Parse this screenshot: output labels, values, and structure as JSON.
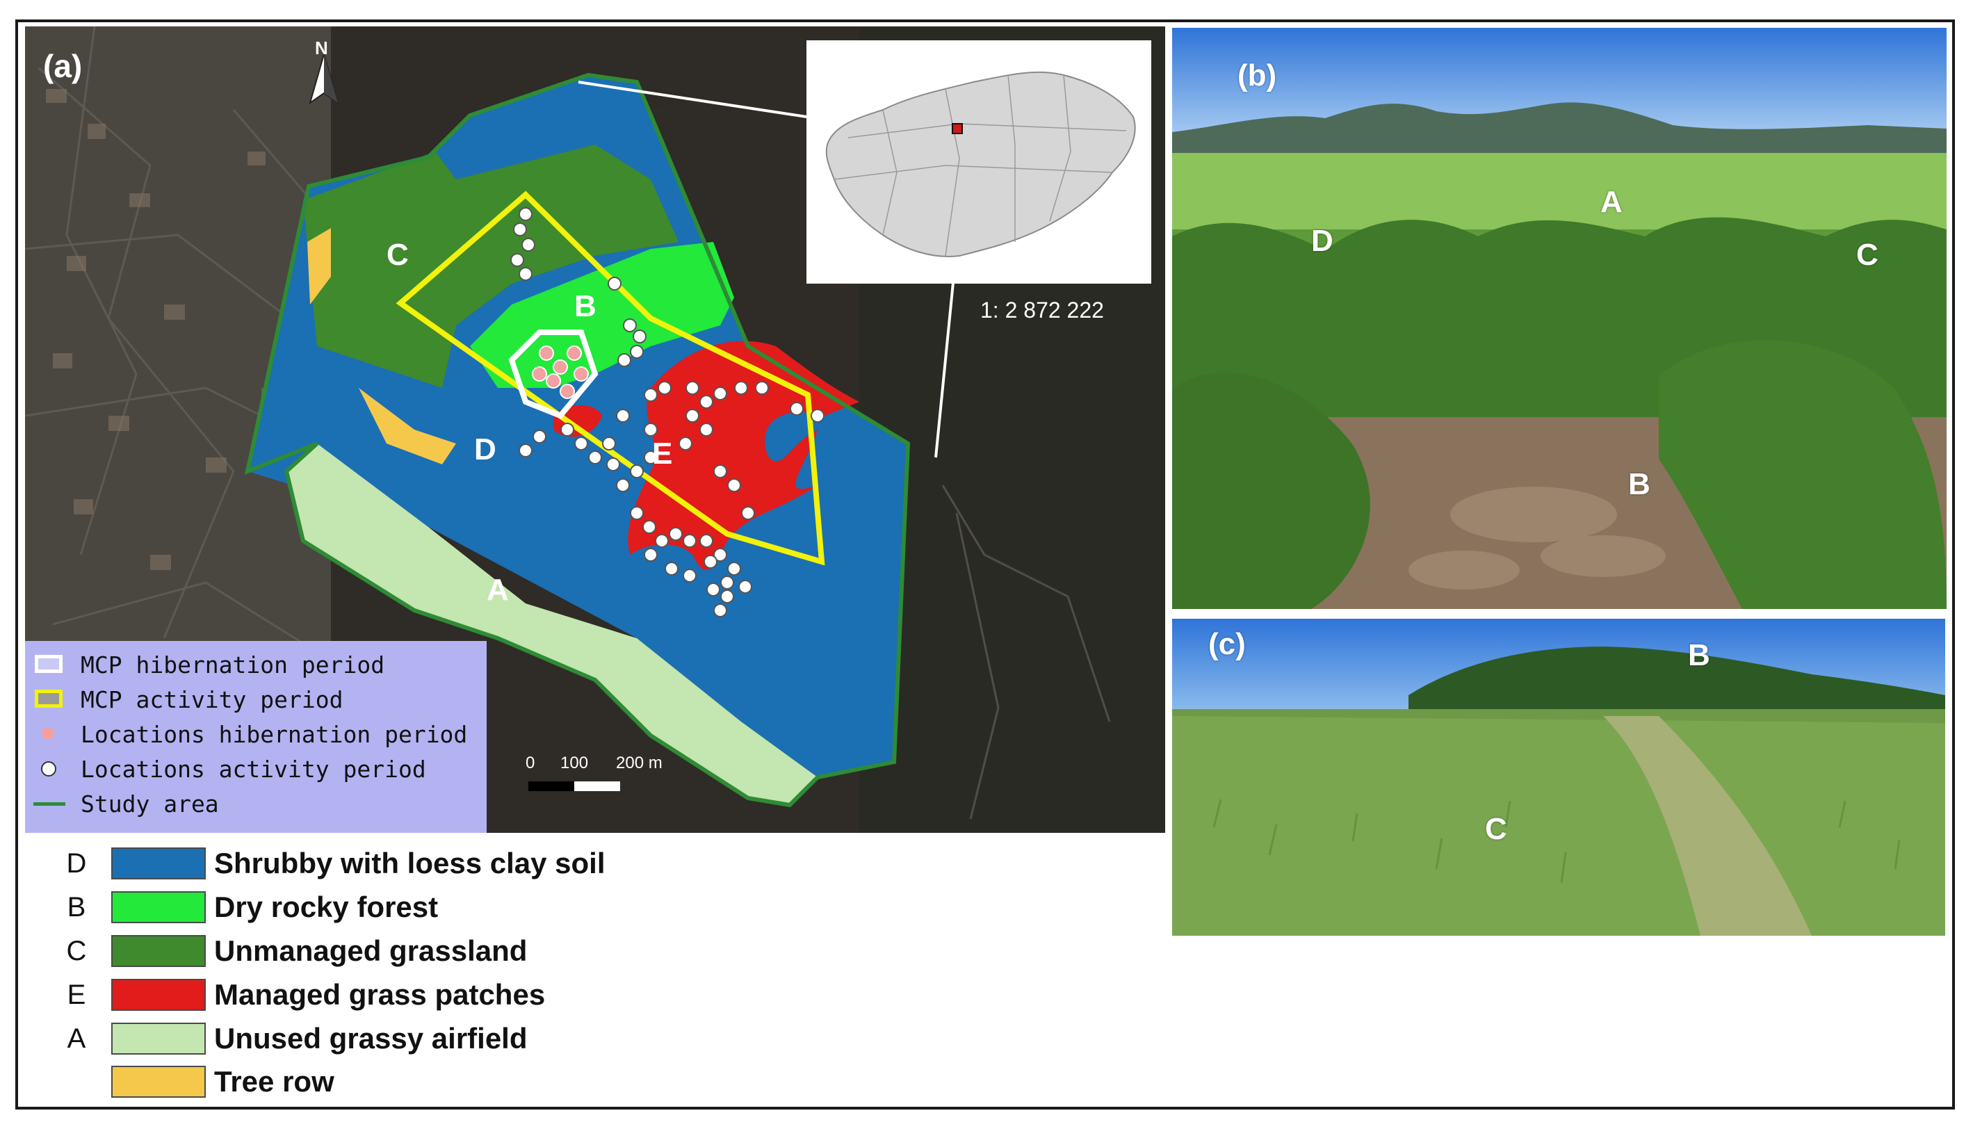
{
  "panel_a": {
    "label": "(a)",
    "north_arrow": "N",
    "scale_ratio": "1: 2 872 222",
    "zones": {
      "a": "A",
      "b": "B",
      "c": "C",
      "d": "D",
      "e": "E"
    },
    "scalebar": {
      "t0": "0",
      "t1": "100",
      "t2": "200 m"
    },
    "legend": {
      "hibernation_mcp": "MCP hibernation period",
      "activity_mcp": "MCP activity period",
      "hibernation_locations": "Locations hibernation period",
      "activity_locations": "Locations activity period",
      "study_area": "Study area"
    },
    "inset_icon": "hungary-outline-map",
    "colors": {
      "shrubby": "#1b6fb3",
      "forest": "#22e93a",
      "grassland": "#3f8a2c",
      "managed": "#e21b1b",
      "airfield": "#c4e6b0",
      "tree_row": "#f5c84c",
      "mcp_activity": "#f2f20a",
      "mcp_hibernation": "#ffffff",
      "study_area": "#2e8b36"
    }
  },
  "habitat_legend": [
    {
      "code": "D",
      "name": "Shrubby with loess clay soil",
      "color": "#1b6fb3"
    },
    {
      "code": "B",
      "name": "Dry rocky forest",
      "color": "#22e93a"
    },
    {
      "code": "C",
      "name": "Unmanaged grassland",
      "color": "#3f8a2c"
    },
    {
      "code": "E",
      "name": "Managed grass patches",
      "color": "#e21b1b"
    },
    {
      "code": "A",
      "name": "Unused grassy airfield",
      "color": "#c4e6b0"
    },
    {
      "code": "",
      "name": "Tree row",
      "color": "#f5c84c"
    }
  ],
  "panel_b": {
    "label": "(b)",
    "zones": {
      "a": "A",
      "b": "B",
      "c": "C",
      "d": "D"
    }
  },
  "panel_c": {
    "label": "(c)",
    "zones": {
      "b": "B",
      "c": "C"
    }
  }
}
